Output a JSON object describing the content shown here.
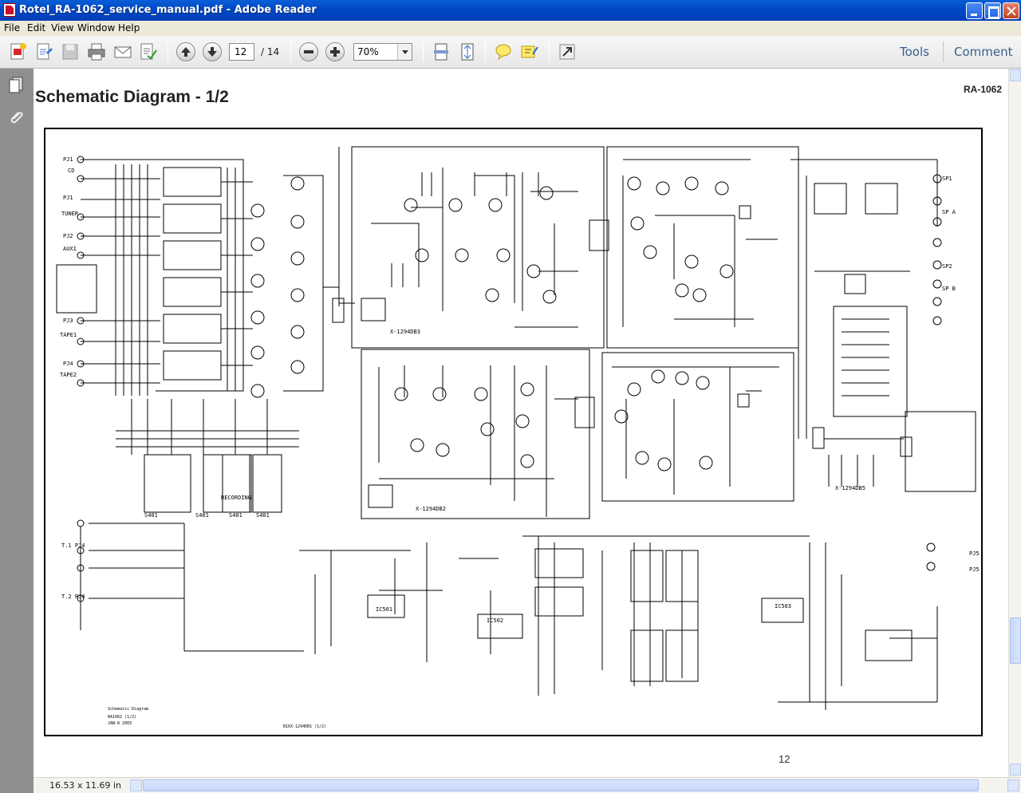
{
  "window": {
    "title": "Rotel_RA-1062_service_manual.pdf - Adobe Reader"
  },
  "menu": [
    "File",
    "Edit",
    "View",
    "Window",
    "Help"
  ],
  "toolbar": {
    "page_current": "12",
    "page_total": "/ 14",
    "zoom": "70%",
    "tools": "Tools",
    "comment": "Comment"
  },
  "document": {
    "heading": "Schematic Diagram - 1/2",
    "model": "RA-1062",
    "page_footer": "12"
  },
  "status": {
    "page_size": "16.53 x 11.69 in"
  },
  "icons": [
    "create-pdf-icon",
    "edit-pdf-icon",
    "save-icon",
    "print-icon",
    "email-icon",
    "review-icon",
    "arrow-up-icon",
    "arrow-down-icon",
    "minus-icon",
    "plus-icon",
    "scrolling-mode-icon",
    "fit-page-icon",
    "comment-icon",
    "highlight-icon",
    "expand-icon",
    "pages-panel-icon",
    "attachments-icon"
  ]
}
